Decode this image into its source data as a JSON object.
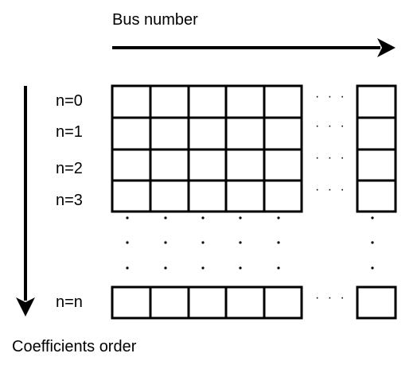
{
  "diagram": {
    "top_label": "Bus number",
    "left_label": "Coefficients order",
    "row_labels": [
      "n=0",
      "n=1",
      "n=2",
      "n=3",
      "n=n"
    ],
    "ellipsis": "· · ·",
    "colors": {
      "stroke": "#000000",
      "background": "#ffffff"
    }
  }
}
